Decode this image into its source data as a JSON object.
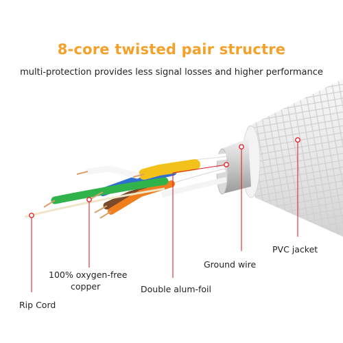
{
  "title": "8-core twisted pair structre",
  "subtitle": "multi-protection provides less signal losses and higher performance",
  "colors": {
    "title": "#f4a12a",
    "callout": "#e0242e",
    "jacket": "#eeeeee",
    "green_wire": "#2fb34a",
    "blue_wire": "#2e6fd0",
    "orange_wire": "#f07d1e",
    "brown_wire": "#7a4a2a",
    "yellow_foil": "#f2c21a",
    "copper": "#d9a06a"
  },
  "labels": {
    "pvc_jacket": "PVC jacket",
    "ground_wire": "Ground wire",
    "double_alum_foil": "Double alum-foil",
    "copper_line1": "100% oxygen-free",
    "copper_line2": "copper",
    "rip_cord": "Rip Cord"
  }
}
